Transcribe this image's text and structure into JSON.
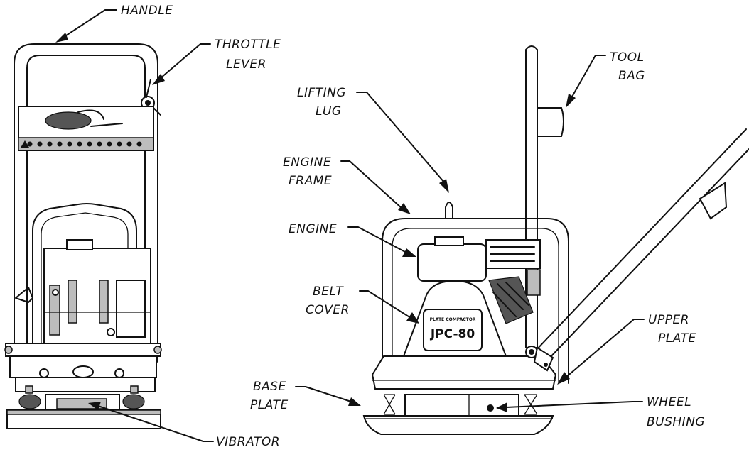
{
  "labels": {
    "handle": "HANDLE",
    "throttle_lever_1": "THROTTLE",
    "throttle_lever_2": "LEVER",
    "tool_bag_1": "TOOL",
    "tool_bag_2": "BAG",
    "lifting_lug_1": "LIFTING",
    "lifting_lug_2": "LUG",
    "engine_frame_1": "ENGINE",
    "engine_frame_2": "FRAME",
    "engine": "ENGINE",
    "belt_cover_1": "BELT",
    "belt_cover_2": "COVER",
    "upper_plate_1": "UPPER",
    "upper_plate_2": "PLATE",
    "base_plate_1": "BASE",
    "base_plate_2": "PLATE",
    "wheel_bushing_1": "WHEEL",
    "wheel_bushing_2": "BUSHING",
    "vibrator": "VIBRATOR"
  },
  "machine_plate": {
    "caption": "PLATE COMPACTOR",
    "model": "JPC-80"
  },
  "colors": {
    "ink": "#111111",
    "paper": "#ffffff"
  }
}
